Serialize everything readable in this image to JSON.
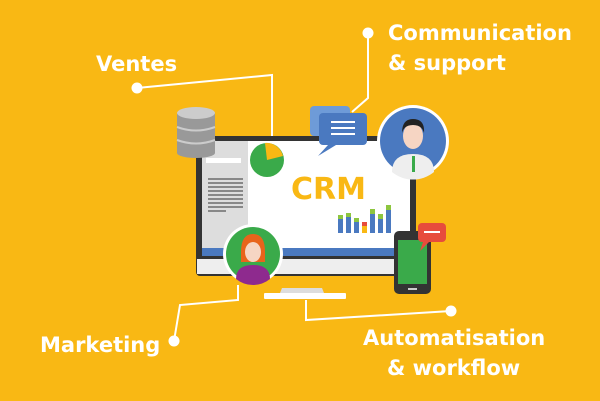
{
  "labels": {
    "sales": "Ventes",
    "communication_line1": "Communication",
    "communication_line2": "& support",
    "marketing": "Marketing",
    "automation_line1": "Automatisation",
    "automation_line2": "& workflow"
  },
  "screen_title": "CRM",
  "colors": {
    "background": "#F9B814",
    "blue": "#4A79C0",
    "green": "#3AAA4A",
    "red": "#E74C3C",
    "white": "#FFFFFF",
    "dark": "#333333"
  },
  "icons": [
    "database-icon",
    "pie-chart-icon",
    "chat-bubble-icon",
    "man-avatar-icon",
    "woman-avatar-icon",
    "smartphone-icon",
    "bar-chart-icon",
    "message-bubble-icon"
  ]
}
